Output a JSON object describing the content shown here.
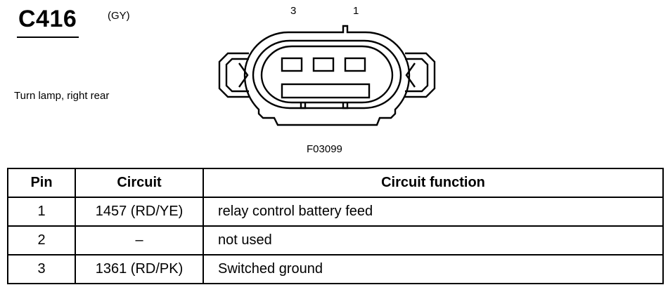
{
  "connector": {
    "id": "C416",
    "color_code": "(GY)",
    "description": "Turn lamp, right rear",
    "figure_code": "F03099",
    "pin_labels": {
      "left": "3",
      "right": "1"
    }
  },
  "table": {
    "headers": {
      "pin": "Pin",
      "circuit": "Circuit",
      "function": "Circuit function"
    },
    "rows": [
      {
        "pin": "1",
        "circuit": "1457 (RD/YE)",
        "function": "relay control battery feed"
      },
      {
        "pin": "2",
        "circuit": "–",
        "function": "not used"
      },
      {
        "pin": "3",
        "circuit": "1361 (RD/PK)",
        "function": "Switched ground"
      }
    ]
  }
}
